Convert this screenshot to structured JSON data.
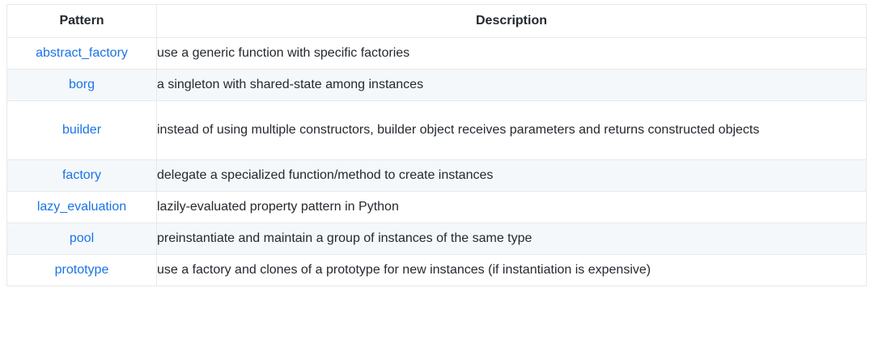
{
  "table": {
    "name": "python-design-patterns-table",
    "columns": [
      {
        "key": "pattern",
        "label": "Pattern",
        "align": "center"
      },
      {
        "key": "description",
        "label": "Description",
        "align": "center"
      }
    ],
    "colors": {
      "link": "#1a73e8",
      "text": "#24292f",
      "border": "#e7e9eb",
      "row_stripe": "#f4f8fb",
      "row_base": "#ffffff"
    },
    "rows": [
      {
        "pattern": "abstract_factory",
        "description": "use a generic function with specific factories",
        "lines": 1
      },
      {
        "pattern": "borg",
        "description": "a singleton with shared-state among instances",
        "lines": 1
      },
      {
        "pattern": "builder",
        "description": "instead of using multiple constructors, builder object receives parameters and returns constructed objects",
        "lines": 2
      },
      {
        "pattern": "factory",
        "description": "delegate a specialized function/method to create instances",
        "lines": 1
      },
      {
        "pattern": "lazy_evaluation",
        "description": "lazily-evaluated property pattern in Python",
        "lines": 1
      },
      {
        "pattern": "pool",
        "description": "preinstantiate and maintain a group of instances of the same type",
        "lines": 1
      },
      {
        "pattern": "prototype",
        "description": "use a factory and clones of a prototype for new instances (if instantiation is expensive)",
        "lines": 1
      }
    ]
  }
}
